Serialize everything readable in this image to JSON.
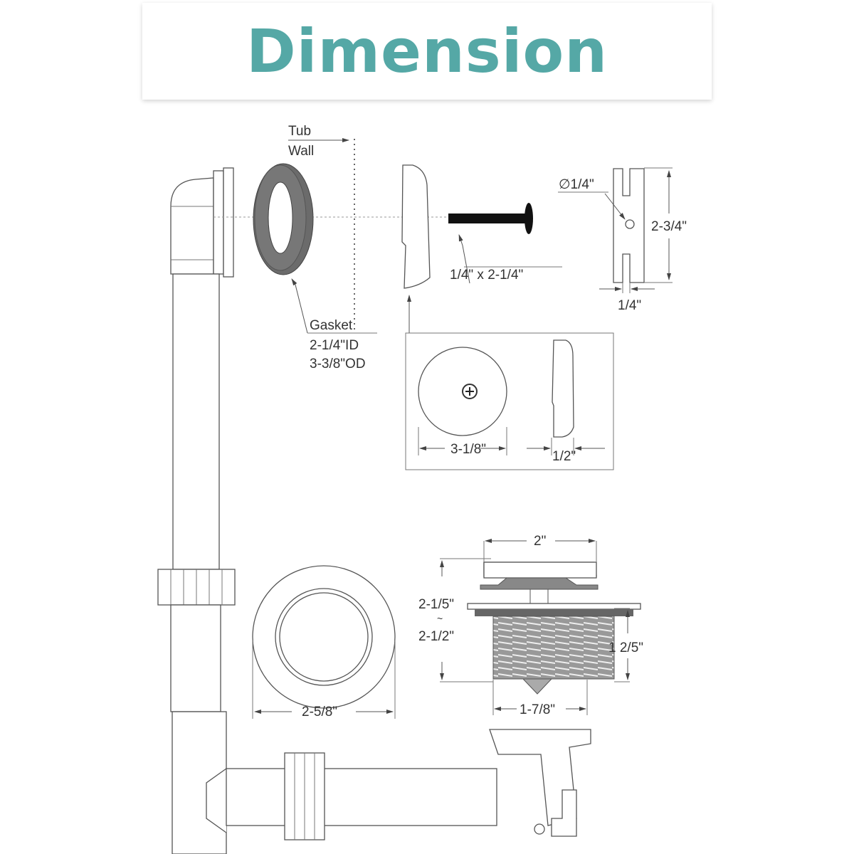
{
  "title": "Dimension",
  "colors": {
    "title": "#55a8a6",
    "gasket": "#6b6b6b",
    "line": "#555555"
  },
  "labels": {
    "tub": "Tub",
    "wall": "Wall",
    "gasket": "Gasket",
    "gasket_id": "2-1/4\"ID",
    "gasket_od": "3-3/8\"OD",
    "bolt": "1/4\" x 2-1/4\"",
    "hole_dia": "∅1/4\"",
    "bracket_height": "2-3/4\"",
    "bracket_width": "1/4\"",
    "plate_dia": "3-1/8\"",
    "plate_depth": "1/2\"",
    "ring_dia": "2-5/8\"",
    "stopper_top": "2\"",
    "stopper_h_min": "2-1/5\"",
    "stopper_tilde": "~",
    "stopper_h_max": "2-1/2\"",
    "thread_len": "1 2/5\"",
    "thread_dia": "1-7/8\""
  }
}
